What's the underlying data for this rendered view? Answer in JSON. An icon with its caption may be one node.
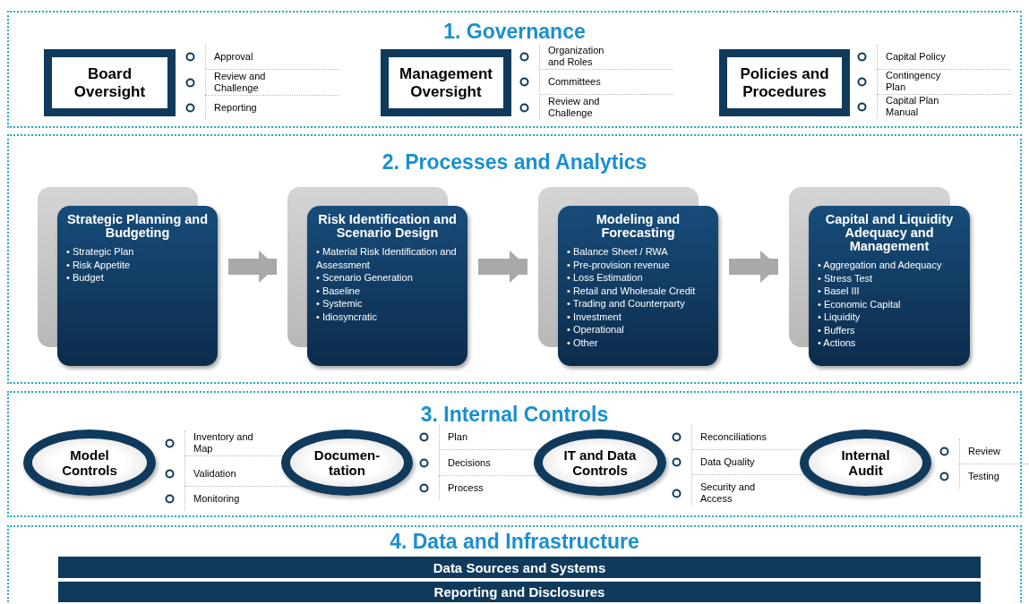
{
  "diagram": {
    "nodes": [
      {
        "text": [
          "1. Governance"
        ]
      },
      {
        "text": [
          "Board Oversight"
        ],
        "in": 0,
        "beside": [
          "Approval",
          "Review and Challenge",
          "Reporting"
        ]
      },
      {
        "text": [
          "Management Oversight"
        ],
        "in": 0,
        "beside": [
          "Organization and Roles",
          "Committees",
          "Review and Challenge"
        ]
      },
      {
        "text": [
          "Policies and Procedures"
        ],
        "in": 0,
        "beside": [
          "Capital Policy",
          "Contingency Plan",
          "Capital Plan Manual"
        ]
      },
      {
        "text": [
          "2. Processes and Analytics"
        ]
      },
      {
        "text": [
          "Strategic Planning and Budgeting",
          "• Strategic Plan",
          "• Risk Appetite",
          "• Budget"
        ],
        "in": 4
      },
      {
        "text": [
          "Risk Identification and Scenario Design",
          "• Material Risk Identification and Assessment",
          "• Scenario Generation",
          "• Baseline",
          "• Systemic",
          "• Idiosyncratic"
        ],
        "in": 4
      },
      {
        "text": [
          "Modeling and Forecasting",
          "• Balance Sheet / RWA",
          "• Pre-provision revenue",
          "• Loss Estimation",
          "• Retail and Wholesale Credit",
          "• Trading and Counterparty",
          "• Investment",
          "• Operational",
          "• Other"
        ],
        "in": 4
      },
      {
        "text": [
          "Capital and Liquidity Adequacy and Management",
          "• Aggregation and Adequacy",
          "• Stress Test",
          "• Basel III",
          "• Economic Capital",
          "• Liquidity",
          "• Buffers",
          "• Actions"
        ],
        "in": 4
      },
      {
        "text": [
          "3. Internal Controls"
        ]
      },
      {
        "text": [
          "Model Controls"
        ],
        "in": 9,
        "beside": [
          "Inventory and Map",
          "Validation",
          "Monitoring"
        ]
      },
      {
        "text": [
          "Documen-tation"
        ],
        "in": 9,
        "beside": [
          "Plan",
          "Decisions",
          "Process"
        ]
      },
      {
        "text": [
          "IT and Data Controls"
        ],
        "in": 9,
        "beside": [
          "Reconciliations",
          "Data Quality",
          "Security and Access"
        ]
      },
      {
        "text": [
          "Internal Audit"
        ],
        "in": 9,
        "beside": [
          "Review",
          "Testing"
        ]
      },
      {
        "text": [
          "4. Data and Infrastructure"
        ]
      },
      {
        "text": [
          "Data Sources and Systems"
        ],
        "in": 14
      },
      {
        "text": [
          "Reporting and Disclosures"
        ],
        "in": 14
      }
    ],
    "edges": [
      {
        "from": 5,
        "to": 6,
        "arrow": "to"
      },
      {
        "from": 6,
        "to": 7,
        "arrow": "to"
      },
      {
        "from": 7,
        "to": 8,
        "arrow": "to"
      }
    ]
  }
}
